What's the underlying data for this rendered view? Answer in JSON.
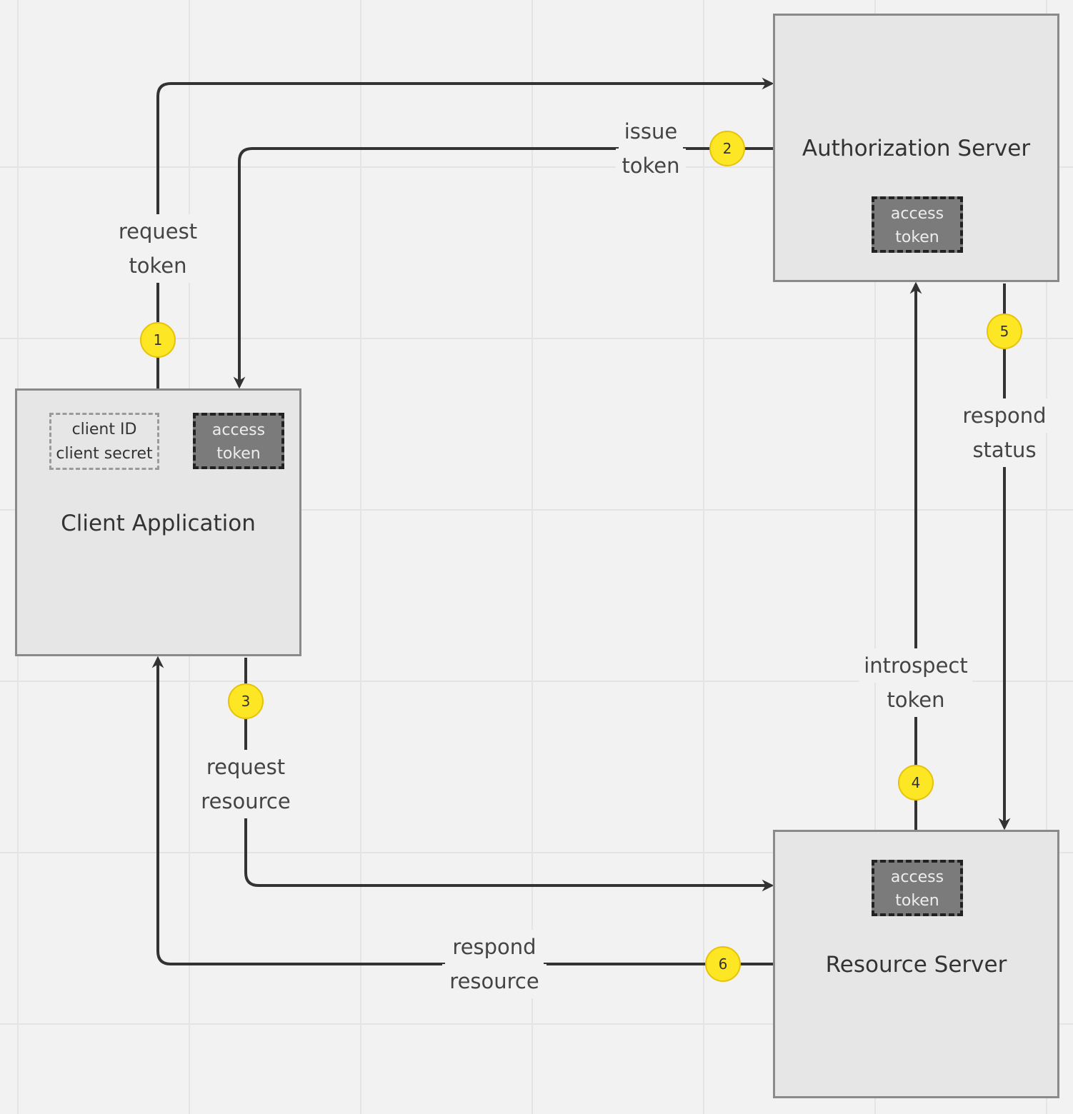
{
  "nodes": {
    "client": {
      "title": "Client Application",
      "credentials": [
        "client ID",
        "client secret"
      ],
      "token": [
        "access",
        "token"
      ]
    },
    "auth": {
      "title": "Authorization Server",
      "token": [
        "access",
        "token"
      ]
    },
    "resource": {
      "title": "Resource Server",
      "token": [
        "access",
        "token"
      ]
    }
  },
  "steps": [
    {
      "number": "1",
      "label": [
        "request",
        "token"
      ]
    },
    {
      "number": "2",
      "label": [
        "issue",
        "token"
      ]
    },
    {
      "number": "3",
      "label": [
        "request",
        "resource"
      ]
    },
    {
      "number": "4",
      "label": [
        "introspect",
        "token"
      ]
    },
    {
      "number": "5",
      "label": [
        "respond",
        "status"
      ]
    },
    {
      "number": "6",
      "label": [
        "respond",
        "resource"
      ]
    }
  ],
  "colors": {
    "canvas": "#f2f2f2",
    "node_fill": "#e6e6e6",
    "node_border": "#8a8a8a",
    "token_fill": "#7b7b7b",
    "badge": "#fde725",
    "connector": "#333333"
  }
}
